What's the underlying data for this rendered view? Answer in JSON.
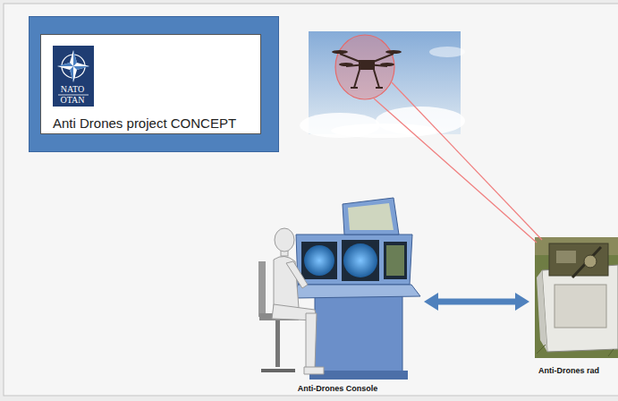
{
  "diagram": {
    "nodes": [
      {
        "text": [
          "Anti Drones project CONCEPT"
        ]
      },
      {
        "text": [
          "Anti-Drones Console"
        ]
      },
      {
        "text": [
          "Anti-Drones rad"
        ]
      }
    ],
    "edges": [
      {
        "from": 1,
        "to": 2,
        "arrow": "both"
      }
    ],
    "labels": [
      "NATO",
      "OTAN"
    ]
  }
}
